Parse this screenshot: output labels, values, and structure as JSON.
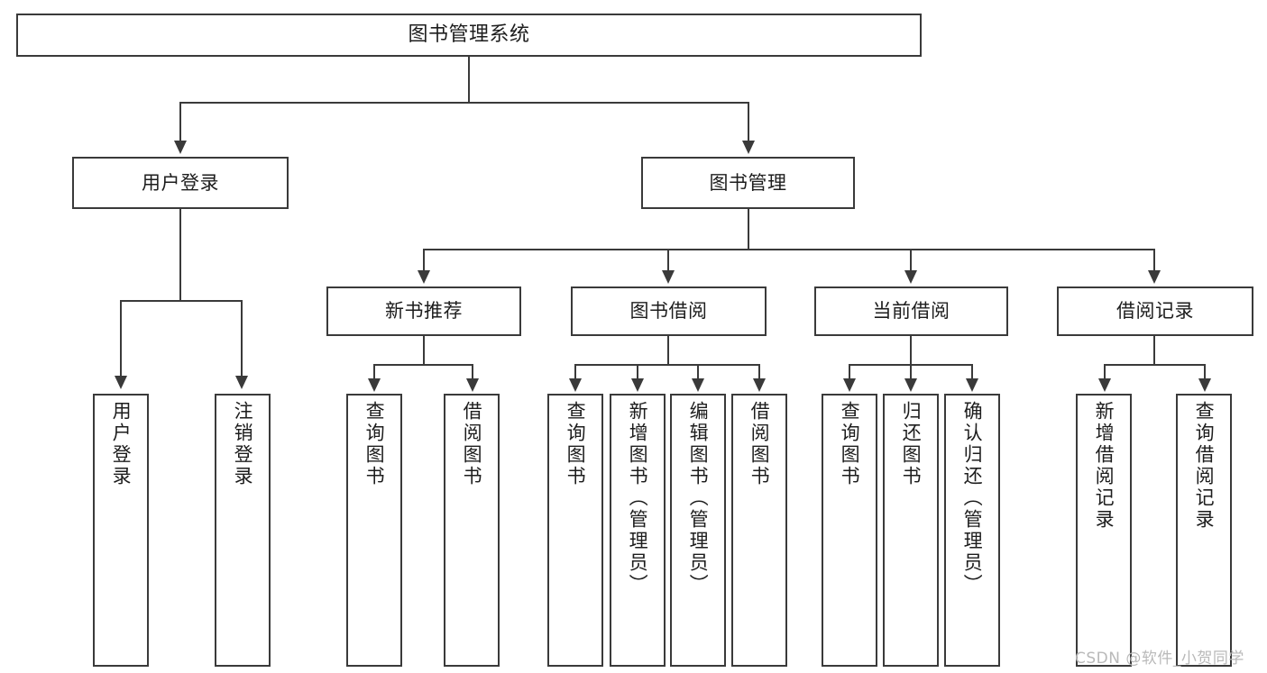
{
  "diagram": {
    "title": "图书管理系统",
    "type": "hierarchy-tree",
    "watermark": "CSDN @软件_小贺同学",
    "colors": {
      "box_border": "#3a3a3a",
      "box_fill": "#ffffff",
      "text": "#1d1d1d",
      "connector": "#3a3a3a",
      "watermark": "#b9b9b9",
      "background": "#ffffff"
    }
  },
  "nodes": {
    "root": {
      "label": "图书管理系统"
    },
    "level1": [
      {
        "label": "用户登录"
      },
      {
        "label": "图书管理"
      }
    ],
    "level2": [
      {
        "label": "新书推荐"
      },
      {
        "label": "图书借阅"
      },
      {
        "label": "当前借阅"
      },
      {
        "label": "借阅记录"
      }
    ],
    "leaves": {
      "user_login": [
        {
          "label": "用户登录"
        },
        {
          "label": "注销登录"
        }
      ],
      "new_book_recommend": [
        {
          "label": "查询图书"
        },
        {
          "label": "借阅图书"
        }
      ],
      "book_borrow": [
        {
          "label": "查询图书"
        },
        {
          "label": "新增图书（管理员）"
        },
        {
          "label": "编辑图书（管理员）"
        },
        {
          "label": "借阅图书"
        }
      ],
      "current_borrow": [
        {
          "label": "查询图书"
        },
        {
          "label": "归还图书"
        },
        {
          "label": "确认归还（管理员）"
        }
      ],
      "borrow_record": [
        {
          "label": "新增借阅记录"
        },
        {
          "label": "查询借阅记录"
        }
      ]
    }
  }
}
